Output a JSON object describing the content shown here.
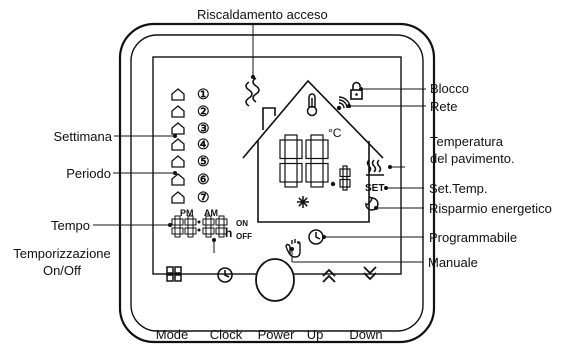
{
  "callouts": {
    "heating_on": "Riscaldamento acceso",
    "lock": "Blocco",
    "network": "Rete",
    "week": "Settimana",
    "floor_temp_line1": "Temperatura",
    "floor_temp_line2": "del pavimento.",
    "period": "Periodo",
    "set_temp": "Set.Temp.",
    "energy_saving": "Risparmio energetico",
    "time": "Tempo",
    "programmable": "Programmabile",
    "timer_line1": "Temporizzazione",
    "timer_line2": "On/Off",
    "manual": "Manuale"
  },
  "display": {
    "main_temp": "88.",
    "unit": "°C",
    "floor_temp": "8",
    "set_label": "SET",
    "clock": "88:88",
    "pm": "PM",
    "am": "AM",
    "hour_unit": "h",
    "timer_on": "ON",
    "timer_off": "OFF",
    "periods": [
      "①",
      "②",
      "③",
      "④",
      "⑤",
      "⑥",
      "⑦"
    ]
  },
  "buttons": {
    "mode": "Mode",
    "clock": "Clock",
    "power": "Power",
    "up": "Up",
    "down": "Down"
  },
  "icons": [
    "flame-wave-icon",
    "lock-icon",
    "wifi-icon",
    "thermometer-icon",
    "floor-heating-icon",
    "snowflake-icon",
    "eco-icon",
    "hand-icon",
    "clock-icon",
    "home-icon",
    "mode-grid-icon",
    "chevron-up-icon",
    "chevron-down-icon",
    "power-button"
  ]
}
